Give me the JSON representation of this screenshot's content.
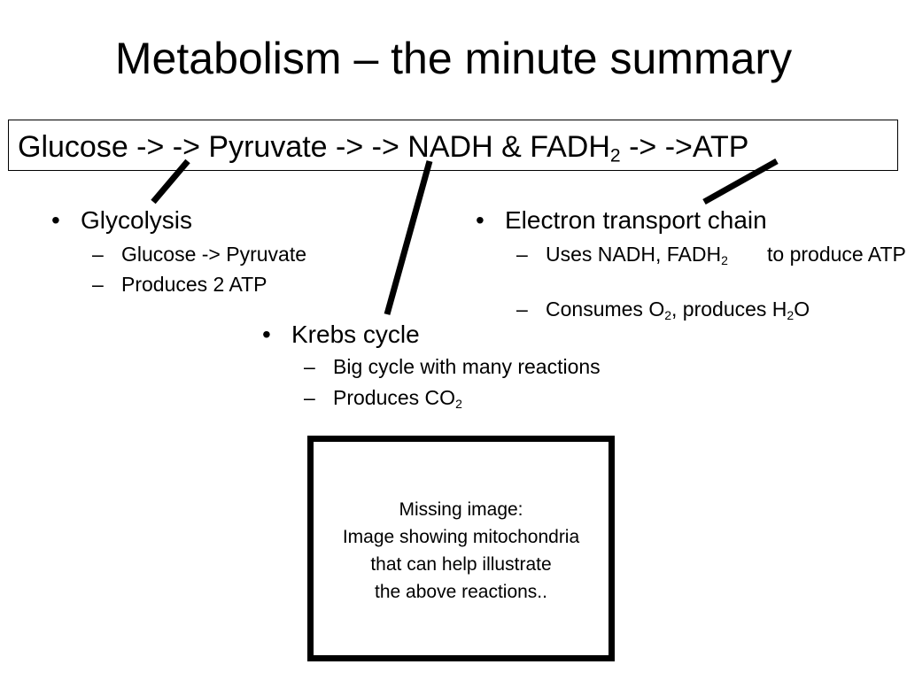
{
  "slide": {
    "title": "Metabolism – the minute summary"
  },
  "pathway": {
    "part1": "Glucose -> -> Pyruvate  -> -> NADH & FADH",
    "sub": "2",
    "part2": " -> ->ATP"
  },
  "glycolysis": {
    "bullet": "•",
    "heading": "Glycolysis",
    "items": [
      {
        "dash": "–",
        "text": "Glucose -> Pyruvate"
      },
      {
        "dash": "–",
        "text": "Produces 2 ATP"
      }
    ]
  },
  "etc": {
    "bullet": "•",
    "heading": "Electron transport chain",
    "item1": {
      "dash": "–",
      "a": "Uses NADH, FADH",
      "sub": "2",
      "b": " to produce ATP"
    },
    "item2": {
      "dash": "–",
      "a": "Consumes O",
      "sub1": "2",
      "b": ", produces H",
      "sub2": "2",
      "c": "O"
    }
  },
  "krebs": {
    "bullet": "•",
    "heading": "Krebs cycle",
    "item1": {
      "dash": "–",
      "text": "Big cycle with many reactions"
    },
    "item2": {
      "dash": "–",
      "a": "Produces CO",
      "sub": "2"
    }
  },
  "missing_image": {
    "lines": [
      "Missing image:",
      "Image showing mitochondria",
      "that can help illustrate",
      "the above reactions.."
    ]
  }
}
